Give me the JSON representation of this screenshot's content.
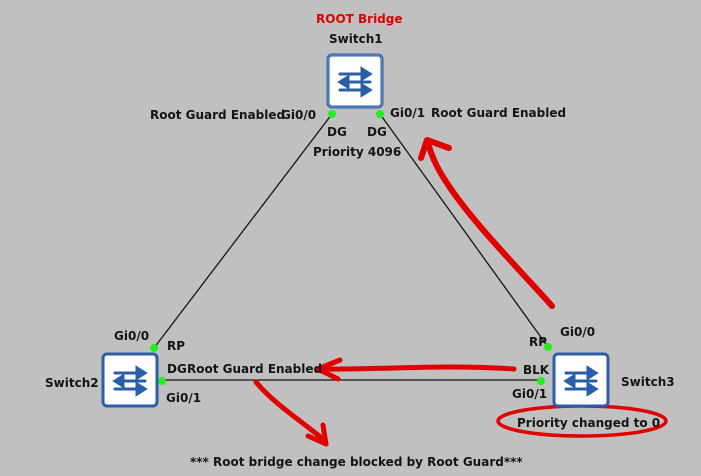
{
  "diagram": {
    "root_bridge_label": "ROOT Bridge",
    "switches": {
      "switch1": {
        "name": "Switch1",
        "priority": "Priority 4096"
      },
      "switch2": {
        "name": "Switch2"
      },
      "switch3": {
        "name": "Switch3",
        "priority": "Priority changed to 0"
      }
    },
    "ports": {
      "s1_gi00": "Gi0/0",
      "s1_gi01": "Gi0/1",
      "s2_gi00": "Gi0/0",
      "s2_gi01": "Gi0/1",
      "s3_gi00": "Gi0/0",
      "s3_gi01": "Gi0/1"
    },
    "roles": {
      "s1_left": "DG",
      "s1_right": "DG",
      "s2_top": "RP",
      "s2_right": "DG",
      "s3_top": "RP",
      "s3_left": "BLK"
    },
    "guard": {
      "s1_left": "Root Guard Enabled",
      "s1_right": "Root Guard Enabled",
      "s2_right": "Root Guard Enabled"
    },
    "footer_note": "*** Root bridge change blocked by Root Guard***",
    "colors": {
      "background": "#c0c0c0",
      "link": "#141414",
      "port_dot": "#22ee22",
      "annotation": "#e00000",
      "switch_blue": "#2a5fa8"
    }
  }
}
